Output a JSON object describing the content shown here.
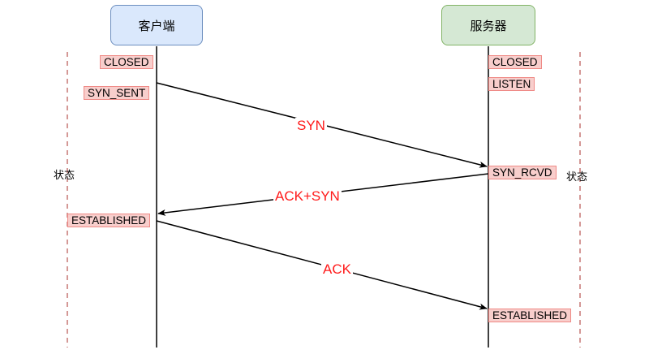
{
  "nodes": {
    "client": "客户端",
    "server": "服务器"
  },
  "client_states": {
    "closed": "CLOSED",
    "syn_sent": "SYN_SENT",
    "established": "ESTABLISHED"
  },
  "server_states": {
    "closed": "CLOSED",
    "listen": "LISTEN",
    "syn_rcvd": "SYN_RCVD",
    "established": "ESTABLISHED"
  },
  "side_labels": {
    "left": "状态",
    "right": "状态"
  },
  "messages": {
    "syn": "SYN",
    "ack_syn": "ACK+SYN",
    "ack": "ACK"
  },
  "colors": {
    "client_fill": "#dae8fc",
    "server_fill": "#d5e8d4",
    "state_fill": "#f8cecc",
    "message_text": "#ff1a1a",
    "dashed_line": "#b85450"
  }
}
